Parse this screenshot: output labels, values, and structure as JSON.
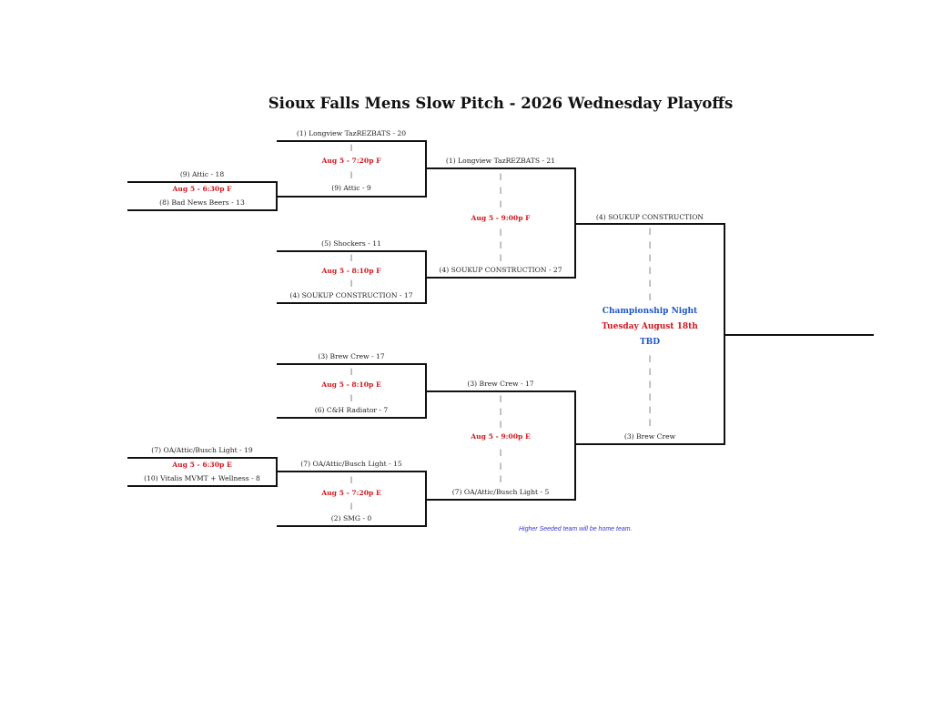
{
  "title": "Sioux Falls Mens Slow Pitch - 2026 Wednesday Playoffs",
  "play_in": {
    "top": {
      "team1": "(9) Attic - 18",
      "game": "Aug 5 - 6:30p F",
      "team2": "(8) Bad News Beers - 13"
    },
    "bottom": {
      "team1": "(7) OA/Attic/Busch Light - 19",
      "game": "Aug 5 - 6:30p E",
      "team2": "(10) Vitalis MVMT + Wellness - 8"
    }
  },
  "round1": [
    {
      "team1": "(1) Longview TazREZBATS - 20",
      "game": "Aug 5 - 7:20p F",
      "team2": "(9) Attic - 9"
    },
    {
      "team1": "(5) Shockers - 11",
      "game": "Aug 5 - 8:10p F",
      "team2": "(4) SOUKUP CONSTRUCTION - 17"
    },
    {
      "team1": "(3) Brew Crew - 17",
      "game": "Aug 5 - 8:10p E",
      "team2": "(6) C&H Radiator - 7"
    },
    {
      "team1": "(7) OA/Attic/Busch Light - 15",
      "game": "Aug 5 - 7:20p E",
      "team2": "(2) SMG - 0"
    }
  ],
  "semis": [
    {
      "team1": "(1) Longview TazREZBATS - 21",
      "game": "Aug 5 - 9:00p F",
      "team2": "(4) SOUKUP CONSTRUCTION - 27"
    },
    {
      "team1": "(3) Brew Crew - 17",
      "game": "Aug 5 - 9:00p E",
      "team2": "(7) OA/Attic/Busch Light - 5"
    }
  ],
  "final": {
    "team1": "(4) SOUKUP CONSTRUCTION",
    "label1": "Championship Night",
    "label2": "Tuesday August 18th",
    "label3": "TBD",
    "team2": "(3) Brew Crew"
  },
  "tick_char": "|",
  "note": "Higher Seeded team will be home team.",
  "colors": {
    "game_time": "#d0161d",
    "championship": "#1f56c4",
    "lines": "#111111"
  }
}
